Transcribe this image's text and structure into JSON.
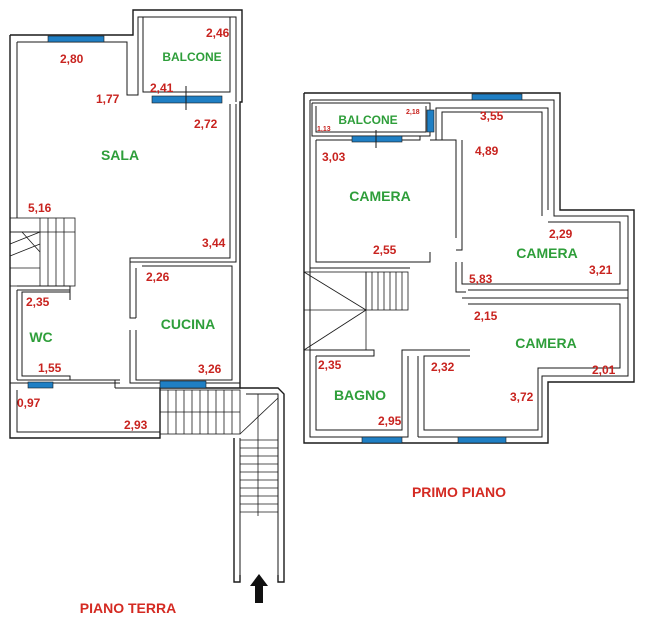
{
  "ground_floor": {
    "title": "PIANO TERRA",
    "rooms": {
      "sala": "SALA",
      "balcone": "BALCONE",
      "wc": "WC",
      "cucina": "CUCINA"
    },
    "dims": {
      "balcone_w": "2,46",
      "sala_top": "2,80",
      "balcone_b": "2,41",
      "sala_1": "1,77",
      "sala_2": "2,72",
      "sala_h": "5,16",
      "sala_3": "3,44",
      "cucina_w": "2,26",
      "wc_w": "2,35",
      "wc_b": "1,55",
      "cucina_h": "3,26",
      "entry": "0,97",
      "corr": "2,93"
    }
  },
  "first_floor": {
    "title": "PRIMO PIANO",
    "rooms": {
      "balcone": "BALCONE",
      "camera1": "CAMERA",
      "camera2": "CAMERA",
      "camera3": "CAMERA",
      "bagno": "BAGNO"
    },
    "dims": {
      "balc_s": "2,18",
      "balc_h": "1,13",
      "c2_top": "3,55",
      "c1_w": "3,03",
      "c2_h": "4,89",
      "c1_b": "2,55",
      "c2_w": "2,29",
      "c2_r": "3,21",
      "c2_b": "5,83",
      "c3_t": "2,15",
      "bagno_w": "2,35",
      "c3_l": "2,32",
      "c3_r": "2,01",
      "c3_b": "3,72",
      "bagno_b": "2,95"
    }
  },
  "colors": {
    "room": "#2e9e3a",
    "dim": "#c8231f",
    "window": "#1f7fc4"
  },
  "icons": [
    "entrance-arrow-icon"
  ]
}
